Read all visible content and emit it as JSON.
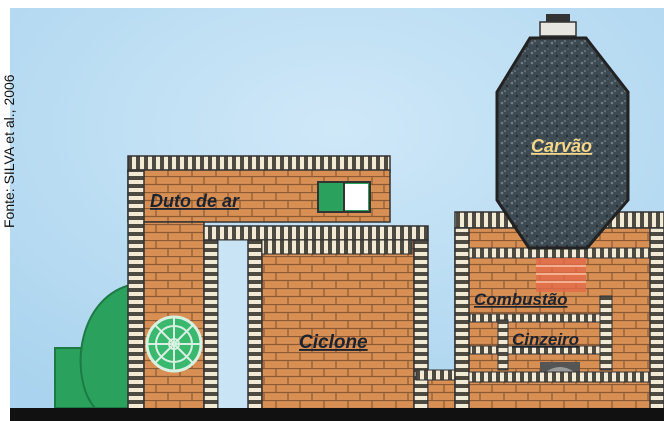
{
  "credit": "Fonte: SILVA et al., 2006",
  "labels": {
    "duto": "Duto de ar",
    "ciclone": "Ciclone",
    "carvao": "Carvão",
    "combustao": "Combustão",
    "cinzeiro": "Cinzeiro"
  },
  "colors": {
    "sky": "#bcdff3",
    "brick": "#d88f54",
    "mortar": "#8b5a33",
    "fan": "#2aa15d",
    "coal": "#3d4a52",
    "label_dark": "#1b2330",
    "label_light": "#f4d68a",
    "ground": "#111111"
  }
}
